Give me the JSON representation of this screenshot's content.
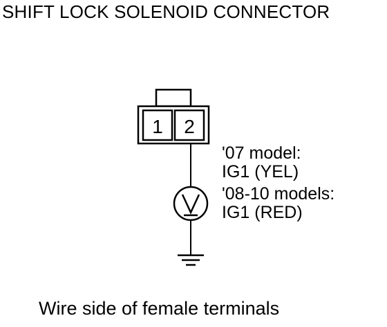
{
  "title": "SHIFT LOCK SOLENOID CONNECTOR",
  "connector": {
    "terminals": [
      "1",
      "2"
    ]
  },
  "wire_notes": [
    "'07 model:",
    "IG1 (YEL)",
    "'08-10 models:",
    "IG1 (RED)"
  ],
  "meter_icon": "voltmeter-icon",
  "ground_icon": "ground-icon",
  "caption": "Wire side of female terminals"
}
